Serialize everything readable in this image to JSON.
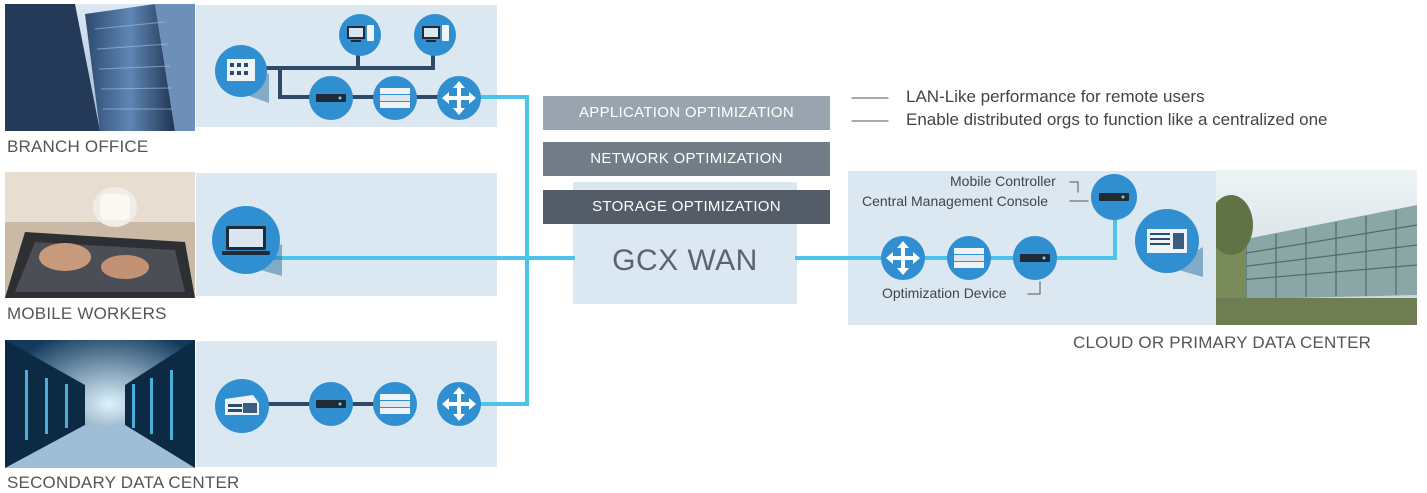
{
  "sites": {
    "branch": {
      "label": "BRANCH OFFICE"
    },
    "mobile": {
      "label": "MOBILE WORKERS"
    },
    "secondary": {
      "label": "SECONDARY DATA CENTER"
    },
    "primary": {
      "label": "CLOUD OR PRIMARY DATA CENTER"
    }
  },
  "optimizations": {
    "application": "APPLICATION OPTIMIZATION",
    "network": "NETWORK OPTIMIZATION",
    "storage": "STORAGE OPTIMIZATION"
  },
  "wan": {
    "label": "GCX WAN"
  },
  "benefits": [
    "LAN-Like performance for remote users",
    "Enable distributed orgs to function like a centralized one"
  ],
  "device_labels": {
    "mobile_controller": "Mobile Controller",
    "central_console": "Central Management Console",
    "optimization_device": "Optimization Device"
  },
  "colors": {
    "panel": "#dbe7f1",
    "link": "#4cc3ea",
    "node": "#2f8fd0",
    "node_shadow": "#2a6fa0",
    "application_box": "#9aa4ae",
    "network_box": "#737d88",
    "storage_box": "#545d67"
  },
  "icons": {
    "branch": [
      "building-icon",
      "workstation-icon",
      "workstation-icon",
      "switch-icon",
      "storage-appliance-icon",
      "router-icon"
    ],
    "mobile": [
      "laptop-icon"
    ],
    "secondary": [
      "datacenter-icon",
      "switch-icon",
      "storage-appliance-icon",
      "router-icon"
    ],
    "primary": [
      "router-icon",
      "storage-appliance-icon",
      "optimization-device-icon",
      "controller-icon",
      "server-rack-icon"
    ]
  }
}
